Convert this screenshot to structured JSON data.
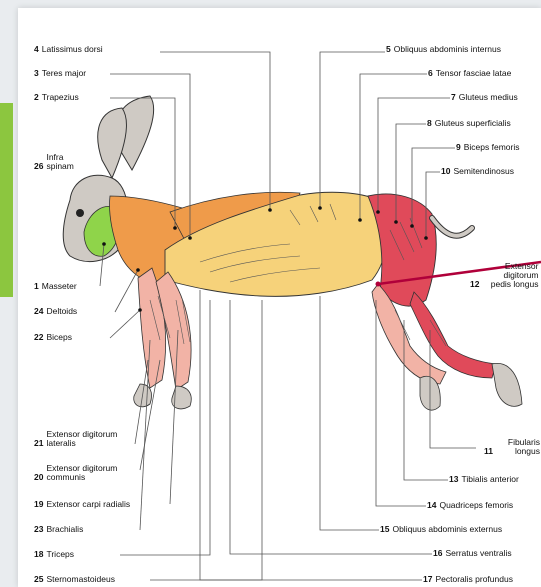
{
  "colors": {
    "accent": "#8cc63f",
    "leader": "#555555",
    "pointer": "#b0003a",
    "muscle_yellow": "#f6d27a",
    "muscle_orange": "#ef9b4a",
    "muscle_red": "#e04a5a",
    "muscle_pink": "#f2b3a6",
    "face_green": "#8fd44a",
    "skin_grey": "#cfcac4"
  },
  "labels_left": [
    {
      "num": "4",
      "text": "Latissimus dorsi"
    },
    {
      "num": "3",
      "text": "Teres major"
    },
    {
      "num": "2",
      "text": "Trapezius"
    },
    {
      "num": "26",
      "text": "Infra spinam"
    },
    {
      "num": "1",
      "text": "Masseter"
    },
    {
      "num": "24",
      "text": "Deltoids"
    },
    {
      "num": "22",
      "text": "Biceps"
    },
    {
      "num": "21",
      "text": "Extensor digitorum lateralis"
    },
    {
      "num": "20",
      "text": "Extensor digitorum communis"
    },
    {
      "num": "19",
      "text": "Extensor carpi radialis"
    },
    {
      "num": "23",
      "text": "Brachialis"
    },
    {
      "num": "18",
      "text": "Triceps"
    },
    {
      "num": "25",
      "text": "Sternomastoideus"
    }
  ],
  "labels_right": [
    {
      "num": "5",
      "text": "Obliquus abdominis internus"
    },
    {
      "num": "6",
      "text": "Tensor fasciae latae"
    },
    {
      "num": "7",
      "text": "Gluteus medius"
    },
    {
      "num": "8",
      "text": "Gluteus superficialis"
    },
    {
      "num": "9",
      "text": "Biceps femoris"
    },
    {
      "num": "10",
      "text": "Semitendinosus"
    },
    {
      "num": "12",
      "text": "Extensor digitorum pedis longus"
    },
    {
      "num": "11",
      "text": "Fibularis longus"
    },
    {
      "num": "13",
      "text": "Tibialis anterior"
    },
    {
      "num": "14",
      "text": "Quadriceps femoris"
    },
    {
      "num": "15",
      "text": "Obliquus abdominis externus"
    },
    {
      "num": "16",
      "text": "Serratus ventralis"
    },
    {
      "num": "17",
      "text": "Pectoralis profundus"
    }
  ]
}
